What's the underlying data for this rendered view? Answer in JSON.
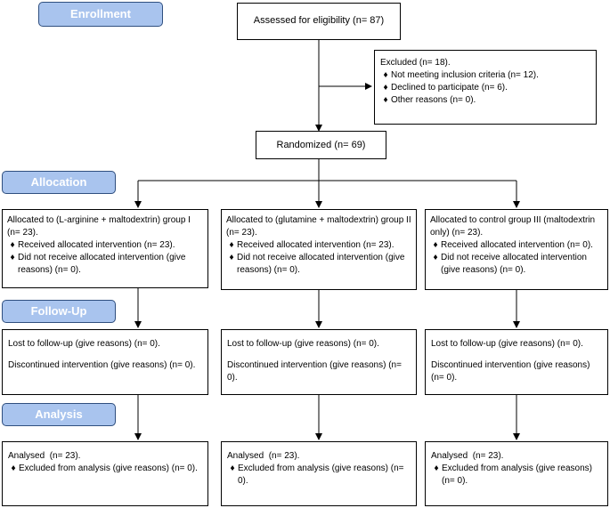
{
  "stages": {
    "enrollment": "Enrollment",
    "allocation": "Allocation",
    "followup": "Follow-Up",
    "analysis": "Analysis"
  },
  "assessed": "Assessed for eligibility (n= 87)",
  "excluded": {
    "title": "Excluded (n= 18).",
    "items": [
      "Not meeting inclusion criteria (n= 12).",
      "Declined to participate (n= 6).",
      "Other reasons (n= 0)."
    ]
  },
  "randomized": "Randomized (n= 69)",
  "bullet": "♦",
  "allocation": [
    {
      "title": "Allocated to (L-arginine + maltodextrin) group I (n= 23).",
      "received": "Received allocated intervention (n= 23).",
      "not_received": "Did not receive allocated intervention (give reasons) (n= 0)."
    },
    {
      "title": "Allocated to (glutamine + maltodextrin) group II (n= 23).",
      "received": "Received allocated intervention (n= 23).",
      "not_received": "Did not receive allocated intervention (give reasons) (n= 0)."
    },
    {
      "title": "Allocated to control group III (maltodextrin only) (n= 23).",
      "received": "Received allocated intervention (n= 0).",
      "not_received": "Did not receive allocated intervention (give reasons) (n= 0)."
    }
  ],
  "followup": [
    {
      "lost": "Lost to follow-up (give reasons) (n= 0).",
      "discontinued": "Discontinued intervention (give reasons) (n= 0)."
    },
    {
      "lost": "Lost to follow-up (give reasons) (n= 0).",
      "discontinued": "Discontinued intervention (give reasons) (n= 0)."
    },
    {
      "lost": "Lost to follow-up (give reasons) (n= 0).",
      "discontinued": "Discontinued intervention (give reasons) (n= 0)."
    }
  ],
  "analysis": [
    {
      "analysed": "Analysed  (n= 23).",
      "excluded": "Excluded from analysis (give reasons) (n= 0)."
    },
    {
      "analysed": "Analysed  (n= 23).",
      "excluded": "Excluded from analysis (give reasons) (n= 0)."
    },
    {
      "analysed": "Analysed  (n= 23).",
      "excluded": "Excluded from analysis (give reasons) (n= 0)."
    }
  ]
}
